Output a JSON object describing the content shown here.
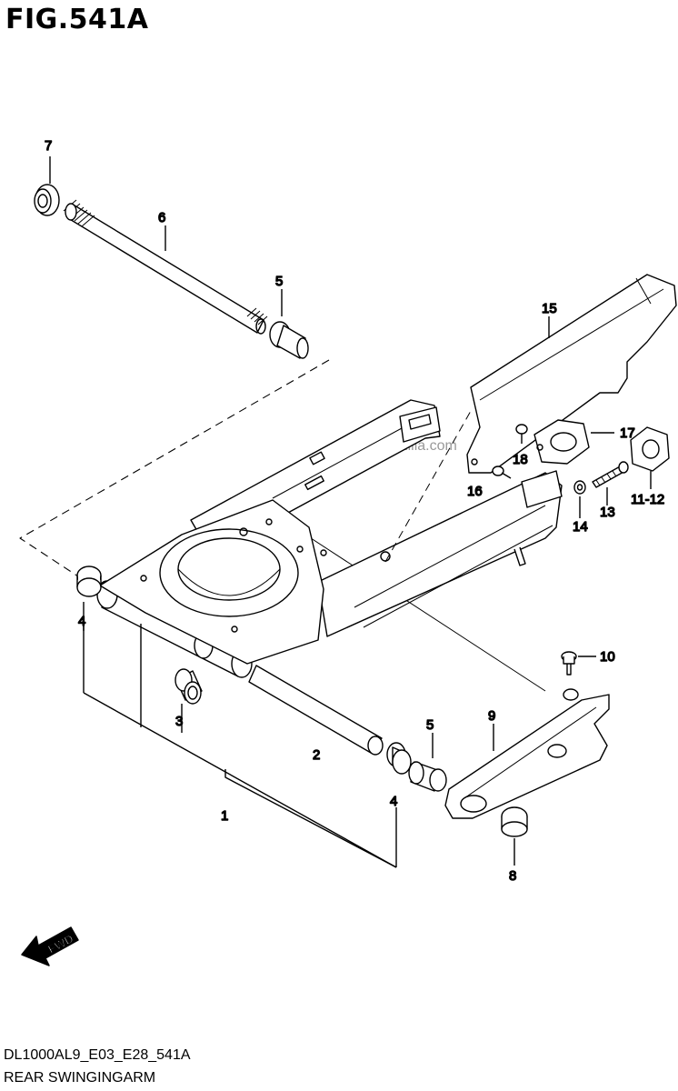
{
  "figure": {
    "title": "FIG.541A",
    "model_code": "DL1000AL9_E03_E28_541A",
    "name": "REAR SWINGINGARM",
    "watermark": "© Partzilla.com",
    "fwd_label": "FWD"
  },
  "callouts": [
    "7",
    "6",
    "5",
    "15",
    "17",
    "18",
    "16",
    "13",
    "14",
    "11-12",
    "4",
    "3",
    "10",
    "9",
    "5",
    "2",
    "4",
    "1",
    "8"
  ],
  "colors": {
    "line": "#000000",
    "paper": "#ffffff",
    "watermark": "#9a9a9a"
  }
}
